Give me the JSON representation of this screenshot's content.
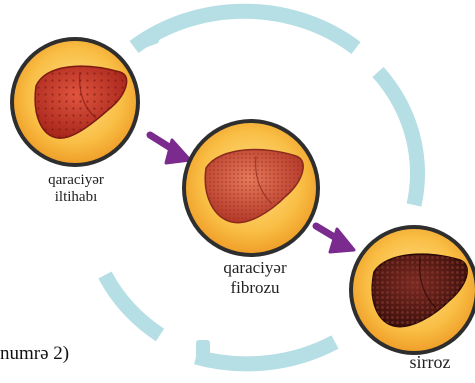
{
  "colors": {
    "background": "#ffffff",
    "cycle_ring": "#b5dee5",
    "arrow": "#7b2a8e",
    "badge_outer": "#f7b43a",
    "badge_inner": "#fcd06a",
    "badge_rim": "#2e2e2e",
    "liver_inflamed": "#c23a2a",
    "liver_fibrosis": "#cf5a42",
    "liver_cirrhosis": "#5d1c16"
  },
  "stages": [
    {
      "label_line1": "qaraciyər",
      "label_line2": "iltihabı",
      "icon": "inflamed-liver-icon"
    },
    {
      "label_line1": "qaraciyər",
      "label_line2": "fibrozu",
      "icon": "fibrotic-liver-icon"
    },
    {
      "label_line1": "sirroz",
      "icon": "cirrhotic-liver-icon"
    }
  ],
  "caption": "numrə 2)"
}
